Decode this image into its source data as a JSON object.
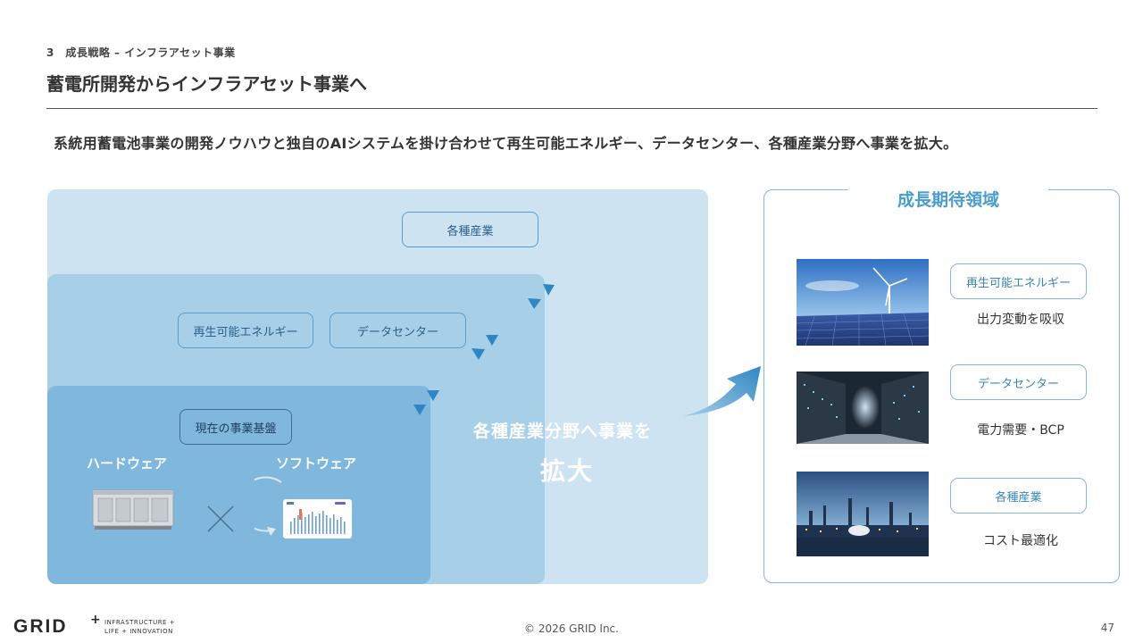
{
  "header": {
    "section": "3　成長戦略 – インフラアセット事業",
    "title": "蓄電所開発からインフラアセット事業へ",
    "subtitle": "系統用蓄電池事業の開発ノウハウと独自のAIシステムを掛け合わせて再生可能エネルギー、データセンター、各種産業分野へ事業を拡大。"
  },
  "diagram": {
    "outer_label": "各種産業",
    "middle_labels": [
      "再生可能エネルギー",
      "データセンター"
    ],
    "inner_label": "現在の事業基盤",
    "hardware_label": "ハードウェア",
    "software_label": "ソフトウェア",
    "expand_line1": "各種産業分野へ事業を",
    "expand_line2": "拡大",
    "colors": {
      "outer": "#cde3f1",
      "middle": "#a7cfe7",
      "inner": "#7fb7dd",
      "accent": "#2f86c4"
    }
  },
  "growth": {
    "title": "成長期待領域",
    "items": [
      {
        "label": "再生可能エネルギー",
        "desc": "出力変動を吸収",
        "image_icon": "wind-solar-photo"
      },
      {
        "label": "データセンター",
        "desc": "電力需要・BCP",
        "image_icon": "server-room-photo"
      },
      {
        "label": "各種産業",
        "desc": "コスト最適化",
        "image_icon": "industrial-plant-photo"
      }
    ]
  },
  "footer": {
    "copyright": "© 2026 GRID Inc.",
    "page": "47",
    "logo_text": "GRID",
    "logo_plus": "+",
    "tagline1": "INFRASTRUCTURE +",
    "tagline2": "LIFE + INNOVATION"
  }
}
